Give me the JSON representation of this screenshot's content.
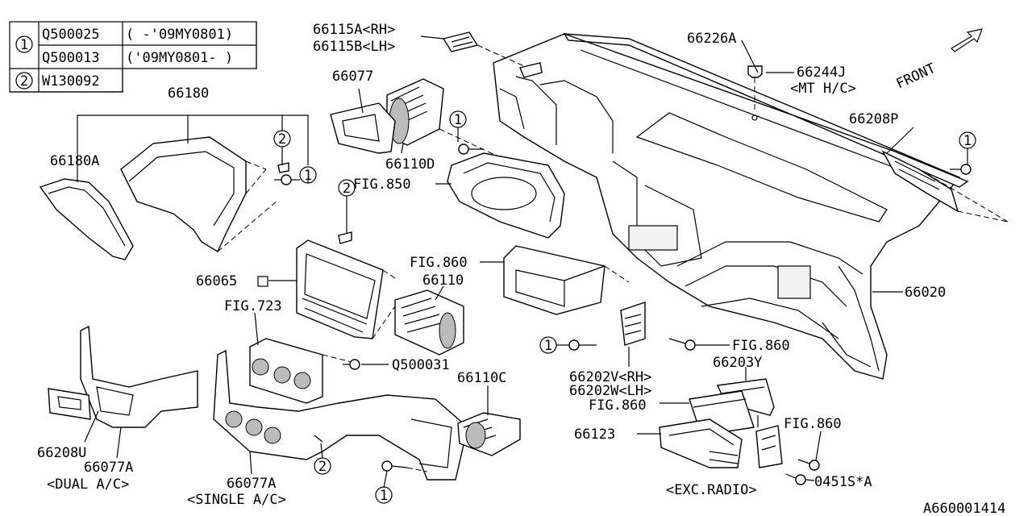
{
  "legend": {
    "rows": [
      {
        "mark": "1",
        "part": "Q500025",
        "note": "( -'09MY0801)"
      },
      {
        "mark": "",
        "part": "Q500013",
        "note": "('09MY0801- )"
      },
      {
        "mark": "2",
        "part": "W130092",
        "note": ""
      }
    ]
  },
  "labels": {
    "p66115a": "66115A<RH>",
    "p66115b": "66115B<LH>",
    "p66226a": "66226A",
    "p66244j": "66244J",
    "mt_hc": "<MT H/C>",
    "front": "FRONT",
    "p66077": "66077",
    "p66180": "66180",
    "p66180a": "66180A",
    "p66110d": "66110D",
    "fig850": "FIG.850",
    "p66208p": "66208P",
    "p66065": "66065",
    "fig860_a": "FIG.860",
    "p66110": "66110",
    "fig723": "FIG.723",
    "q500031": "Q500031",
    "p66020": "66020",
    "fig860_b": "FIG.860",
    "p66203y": "66203Y",
    "p66202v": "66202V<RH>",
    "p66202w": "66202W<LH>",
    "fig860_c": "FIG.860",
    "fig860_d": "FIG.860",
    "p66110c": "66110C",
    "p66123": "66123",
    "p0451s": "0451S*A",
    "exc_radio": "<EXC.RADIO>",
    "p66208u": "66208U",
    "p66077a_dual": "66077A",
    "dual_ac": "<DUAL A/C>",
    "p66077a_single": "66077A",
    "single_ac": "<SINGLE A/C>",
    "diagram_code": "A660001414"
  },
  "callouts": {
    "c1": "1",
    "c2": "2"
  }
}
